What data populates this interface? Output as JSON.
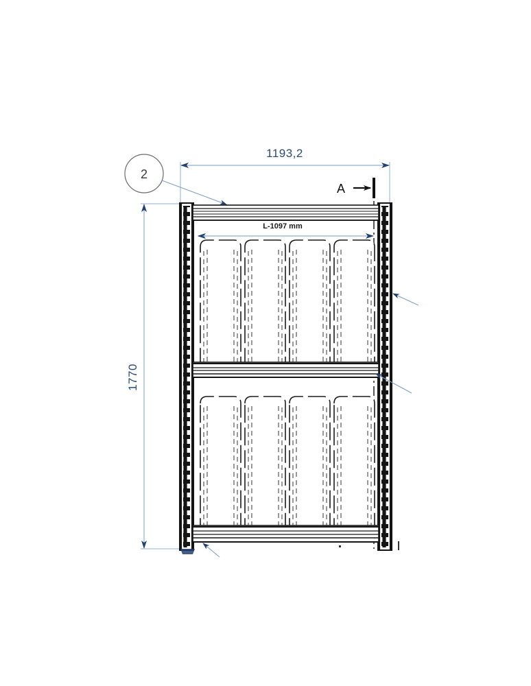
{
  "drawing": {
    "title": "Tire storage rack elevation drawing",
    "units": "mm",
    "dimensions": {
      "overall_width": "1193,2",
      "overall_height": "1770",
      "beam_length_label": "L-1097 mm"
    },
    "callouts": {
      "balloon_number": "2",
      "section_marker": "A"
    },
    "colors": {
      "dimension_line": "#8fb0d4",
      "dimension_arrow": "#24406e",
      "dimension_text": "#2a4a78",
      "outline": "#1a1a1a",
      "hidden_line": "#555555",
      "balloon_stroke": "#6b6b6b",
      "leader": "#7f9fc4",
      "background": "#ffffff"
    },
    "structure": {
      "upright_left_label": "left-upright",
      "upright_right_label": "right-upright",
      "levels": [
        {
          "name": "top-beam",
          "tires": 0
        },
        {
          "name": "upper-shelf-level",
          "tires": 4
        },
        {
          "name": "middle-beam",
          "tires": 0
        },
        {
          "name": "lower-shelf-level",
          "tires": 4
        },
        {
          "name": "bottom-beam",
          "tires": 0
        }
      ],
      "tire_count_total": 8,
      "tires_per_row": 4,
      "rows": 2
    },
    "leaders": [
      {
        "name": "balloon-leader-top-beam"
      },
      {
        "name": "right-upper-leader"
      },
      {
        "name": "right-middle-leader"
      },
      {
        "name": "bottom-left-leader"
      }
    ]
  }
}
